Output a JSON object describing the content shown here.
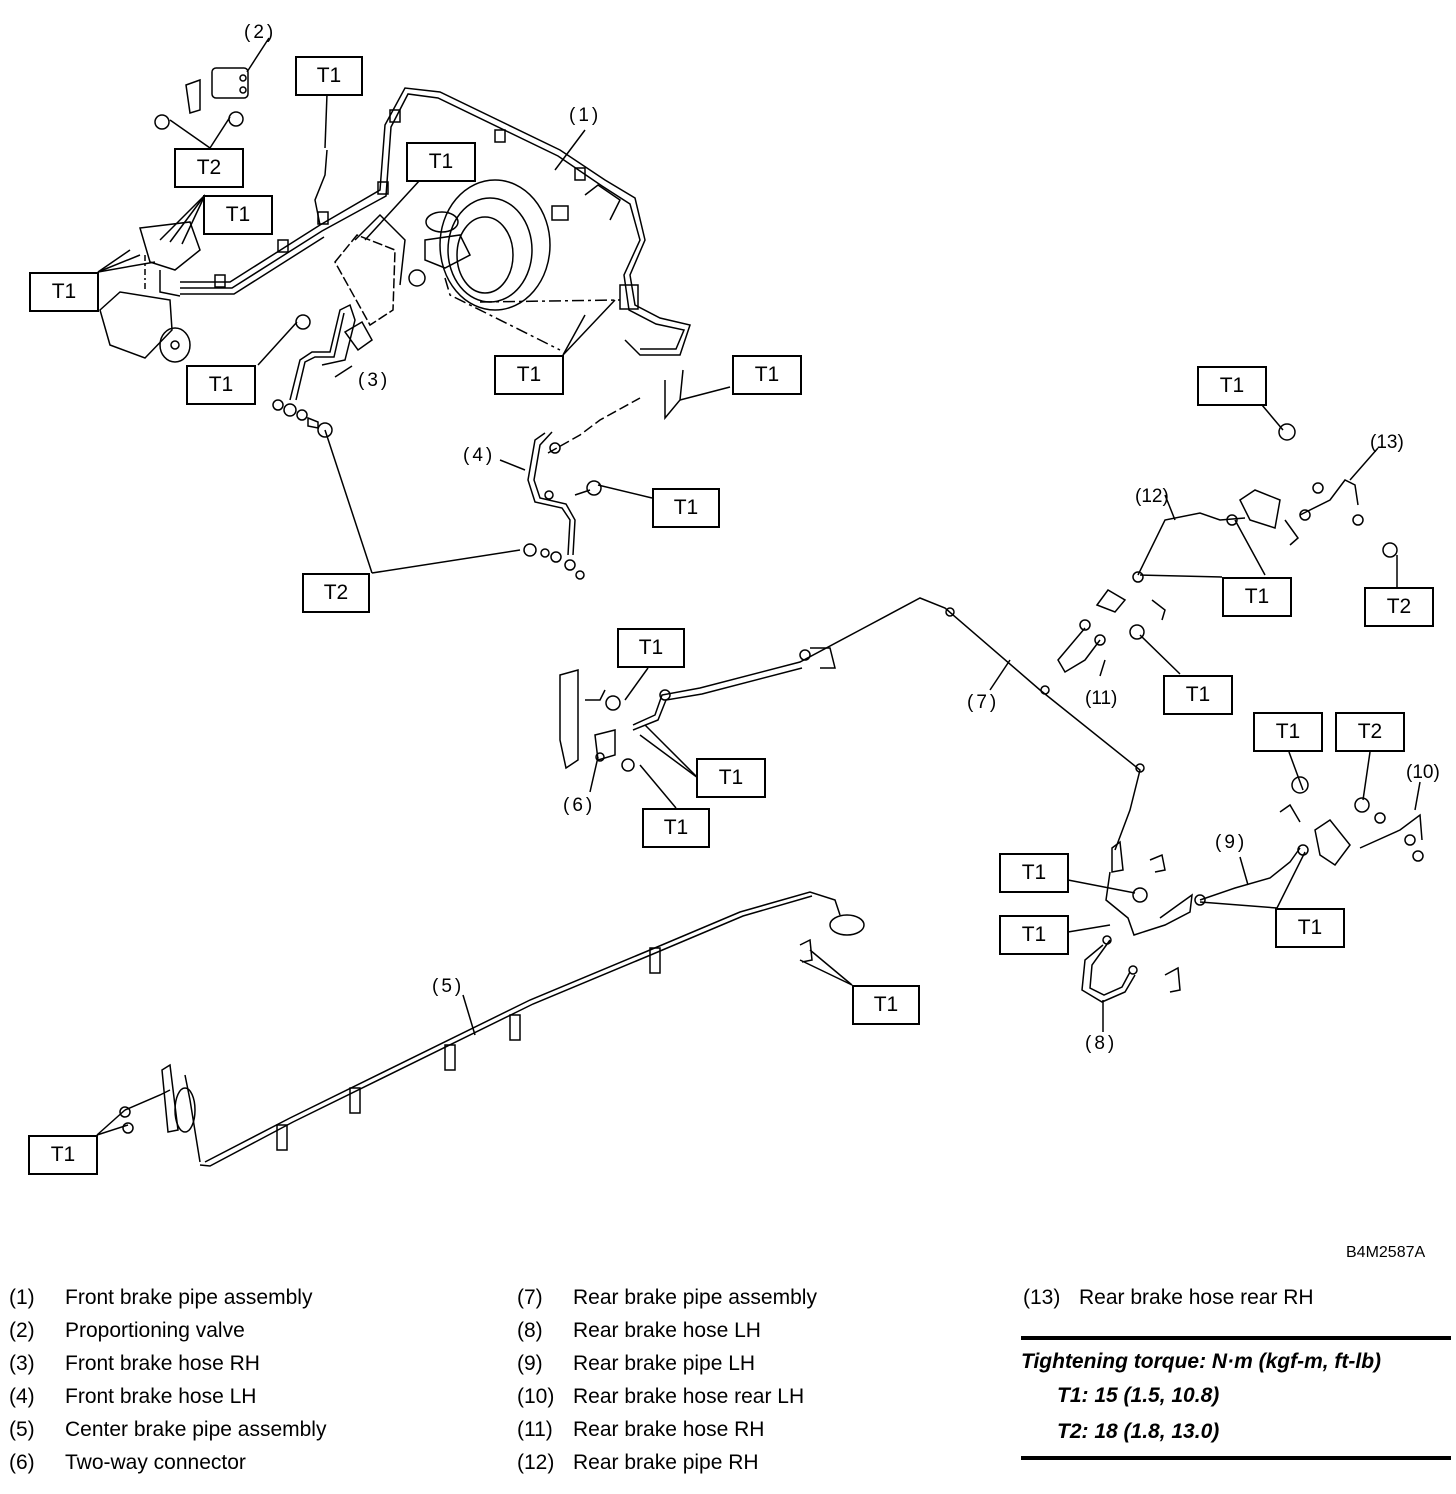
{
  "figure_code": "B4M2587A",
  "torque_boxes": [
    {
      "id": "t1-top-left-pipe",
      "label": "T1"
    },
    {
      "id": "t2-prop-valve",
      "label": "T2"
    },
    {
      "id": "t1-prop-valve-block",
      "label": "T1"
    },
    {
      "id": "t1-hydraulic-unit",
      "label": "T1"
    },
    {
      "id": "t1-master-left",
      "label": "T1"
    },
    {
      "id": "t1-front-hose-rh",
      "label": "T1"
    },
    {
      "id": "t1-master-lower",
      "label": "T1"
    },
    {
      "id": "t1-front-hose-lh-bracket",
      "label": "T1"
    },
    {
      "id": "t1-front-hose-lh-bolt",
      "label": "T1"
    },
    {
      "id": "t2-front-hoses",
      "label": "T2"
    },
    {
      "id": "t1-rear-rh-bracket",
      "label": "T1"
    },
    {
      "id": "t1-rear-rh-pipe",
      "label": "T1"
    },
    {
      "id": "t2-rear-rh",
      "label": "T2"
    },
    {
      "id": "t1-rear-rh-hose",
      "label": "T1"
    },
    {
      "id": "t1-two-way-top",
      "label": "T1"
    },
    {
      "id": "t1-two-way-right",
      "label": "T1"
    },
    {
      "id": "t1-two-way-bottom",
      "label": "T1"
    },
    {
      "id": "t1-rear-lh-bracket",
      "label": "T1"
    },
    {
      "id": "t2-rear-lh",
      "label": "T2"
    },
    {
      "id": "t1-rear-lh-left-a",
      "label": "T1"
    },
    {
      "id": "t1-rear-lh-left-b",
      "label": "T1"
    },
    {
      "id": "t1-rear-lh-pipe",
      "label": "T1"
    },
    {
      "id": "t1-center-front",
      "label": "T1"
    },
    {
      "id": "t1-center-rear",
      "label": "T1"
    }
  ],
  "part_callouts": [
    "(1)",
    "(2)",
    "(3)",
    "(4)",
    "(5)",
    "(6)",
    "(7)",
    "(8)",
    "(9)",
    "(10)",
    "(11)",
    "(12)",
    "(13)"
  ],
  "legend": {
    "column1": [
      {
        "num": "(1)",
        "label": "Front brake pipe assembly"
      },
      {
        "num": "(2)",
        "label": "Proportioning valve"
      },
      {
        "num": "(3)",
        "label": "Front brake hose RH"
      },
      {
        "num": "(4)",
        "label": "Front brake hose LH"
      },
      {
        "num": "(5)",
        "label": "Center brake pipe assembly"
      },
      {
        "num": "(6)",
        "label": "Two-way connector"
      }
    ],
    "column2": [
      {
        "num": "(7)",
        "label": "Rear brake pipe assembly"
      },
      {
        "num": "(8)",
        "label": "Rear brake hose LH"
      },
      {
        "num": "(9)",
        "label": "Rear brake pipe LH"
      },
      {
        "num": "(10)",
        "label": "Rear brake hose rear LH"
      },
      {
        "num": "(11)",
        "label": "Rear brake hose RH"
      },
      {
        "num": "(12)",
        "label": "Rear brake pipe RH"
      }
    ],
    "column3": [
      {
        "num": "(13)",
        "label": "Rear brake hose rear RH"
      }
    ]
  },
  "torque_spec": {
    "title": "Tightening torque: N·m (kgf-m, ft-lb)",
    "rows": [
      {
        "label": "T1: 15 (1.5, 10.8)"
      },
      {
        "label": "T2: 18 (1.8, 13.0)"
      }
    ]
  }
}
